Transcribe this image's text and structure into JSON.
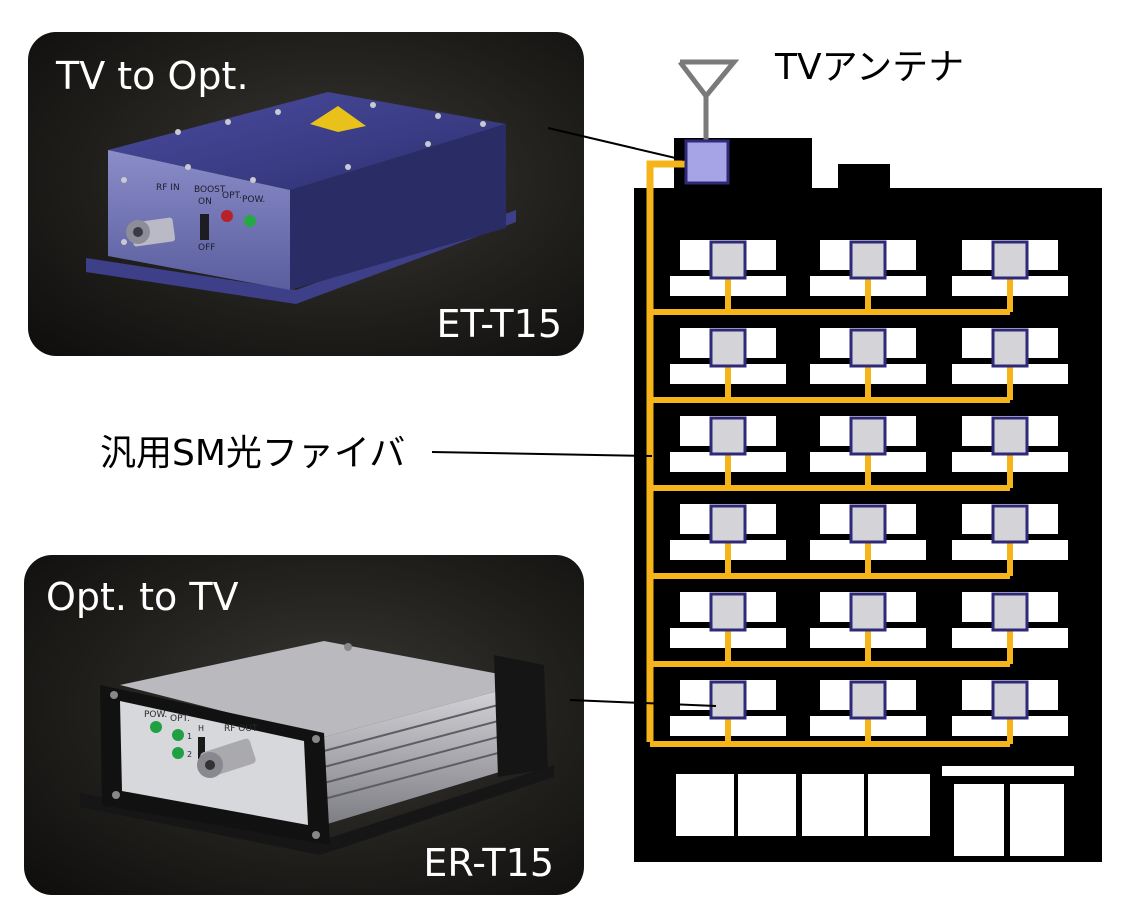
{
  "devices": {
    "transmitter": {
      "title": "TV to Opt.",
      "model": "ET-T15"
    },
    "receiver": {
      "title": "Opt. to TV",
      "model": "ER-T15"
    }
  },
  "labels": {
    "antenna": "TVアンテナ",
    "fiber": "汎用SM光ファイバ"
  },
  "transmitter_panel": {
    "rf_in": "RF IN",
    "boost": "BOOST",
    "on": "ON",
    "off": "OFF",
    "opt": "OPT.",
    "pow": "POW."
  },
  "receiver_panel": {
    "pow": "POW.",
    "opt": "OPT.",
    "ch1": "1",
    "ch2": "2",
    "h": "H",
    "rf_out": "RF OUT"
  },
  "building": {
    "floors": 6,
    "units_per_floor": 3
  },
  "colors": {
    "fiber": "#f5b41a",
    "node_fill": "#d4d4d8",
    "node_border": "#2e2a78",
    "antenna_box": "#a6a3e6",
    "building": "#000000"
  }
}
